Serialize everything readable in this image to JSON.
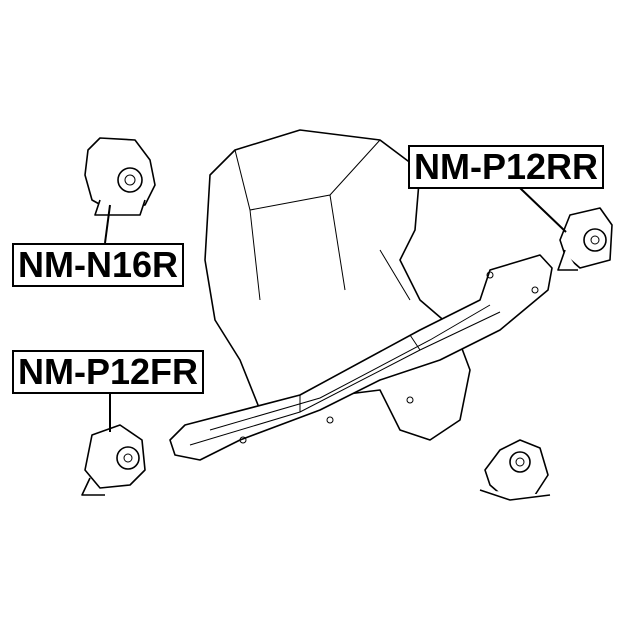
{
  "labels": {
    "rear_right": "NM-P12RR",
    "top_left": "NM-N16R",
    "front_right": "NM-P12FR"
  },
  "colors": {
    "line": "#000000",
    "background": "#ffffff"
  }
}
